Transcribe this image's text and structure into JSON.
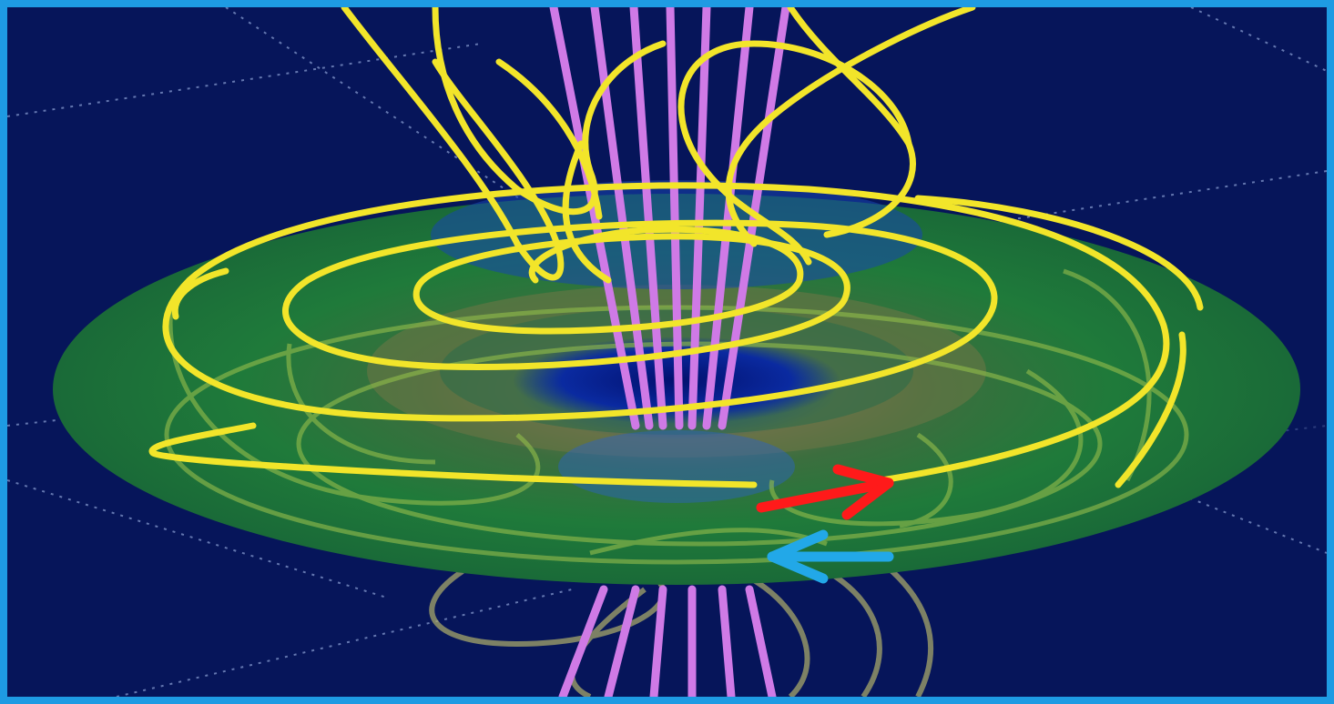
{
  "figure": {
    "description_icon": "magnetic-field-disk-visualization",
    "colors": {
      "frame_border": "#1e9be3",
      "background": "#06155a",
      "disk_green": "#1f7a3a",
      "inner_ring_olive": "#6f7745",
      "field_line_yellow": "#f2e52a",
      "field_line_faded": "#a6b04a",
      "jet_violet": "#cf7ae6",
      "arrow_red": "#ff1a1a",
      "arrow_blue": "#22a8e8",
      "grid_lines": "#8fa3d6"
    },
    "arrows": [
      {
        "name": "red-arrow",
        "direction": "right"
      },
      {
        "name": "blue-arrow",
        "direction": "left"
      }
    ]
  }
}
